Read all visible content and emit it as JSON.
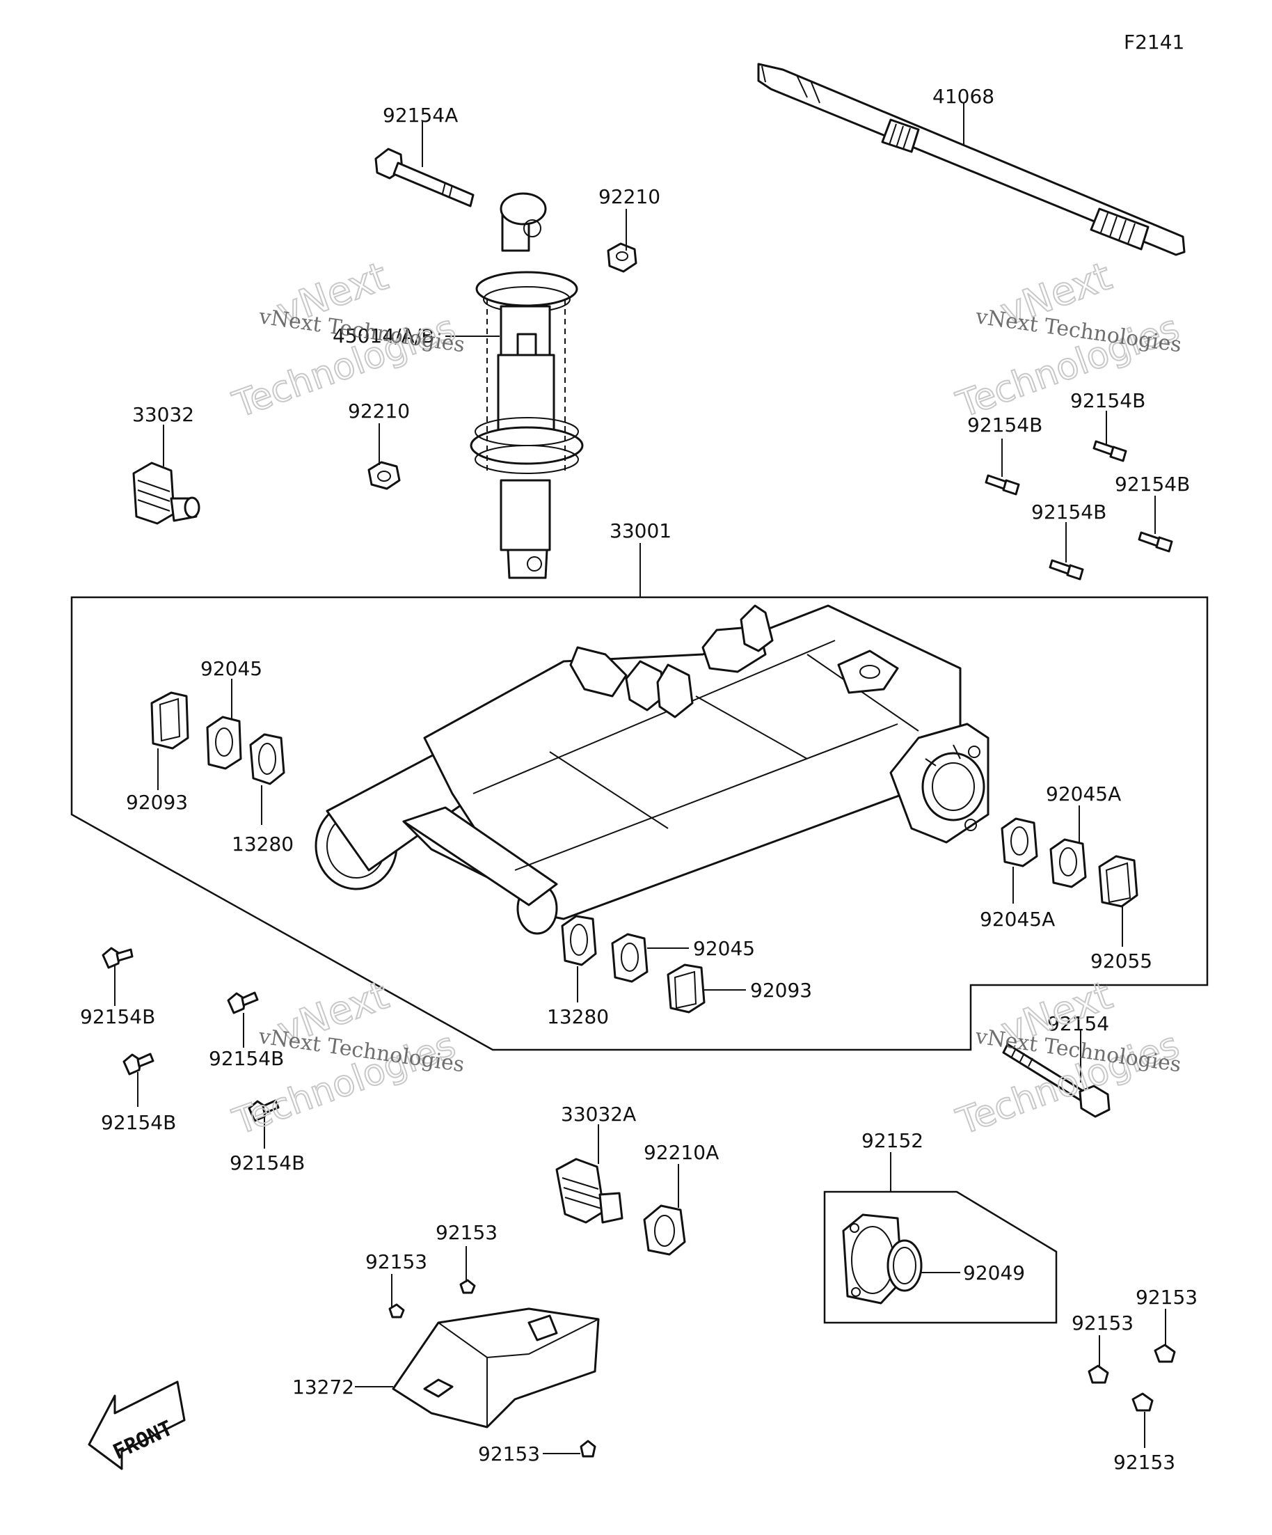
{
  "figure_code": "F2141",
  "watermark": {
    "line1": "vNext Technologies",
    "line2": "vNext",
    "line3": "Technologies"
  },
  "front_marker": "FRONT",
  "callouts": {
    "drive_shaft": "41068",
    "bolt_a": "92154A",
    "nut_top": "92210",
    "shock_absorber": "45014/A/B",
    "nut_lower": "92210",
    "pivot_adjuster": "33032",
    "bolt_b_1": "92154B",
    "bolt_b_2": "92154B",
    "bolt_b_3": "92154B",
    "bolt_b_4": "92154B",
    "swingarm": "33001",
    "bearing_left": "92045",
    "cap_left": "92093",
    "collar_left": "13280",
    "bearing_a_upper": "92045A",
    "bearing_a_lower": "92045A",
    "seal_right": "92055",
    "collar_bottom": "13280",
    "bearing_bottom": "92045",
    "cap_bottom": "92093",
    "bolt_b_5": "92154B",
    "bolt_b_6": "92154B",
    "bolt_b_7": "92154B",
    "bolt_b_8": "92154B",
    "bolt_long": "92154",
    "adjuster_a": "33032A",
    "locknut_a": "92210A",
    "holder_assy": "92152",
    "oil_seal": "92049",
    "screw_1": "92153",
    "screw_2": "92153",
    "guard": "13272",
    "screw_3": "92153",
    "screw_4": "92153",
    "screw_5": "92153",
    "screw_6": "92153"
  }
}
